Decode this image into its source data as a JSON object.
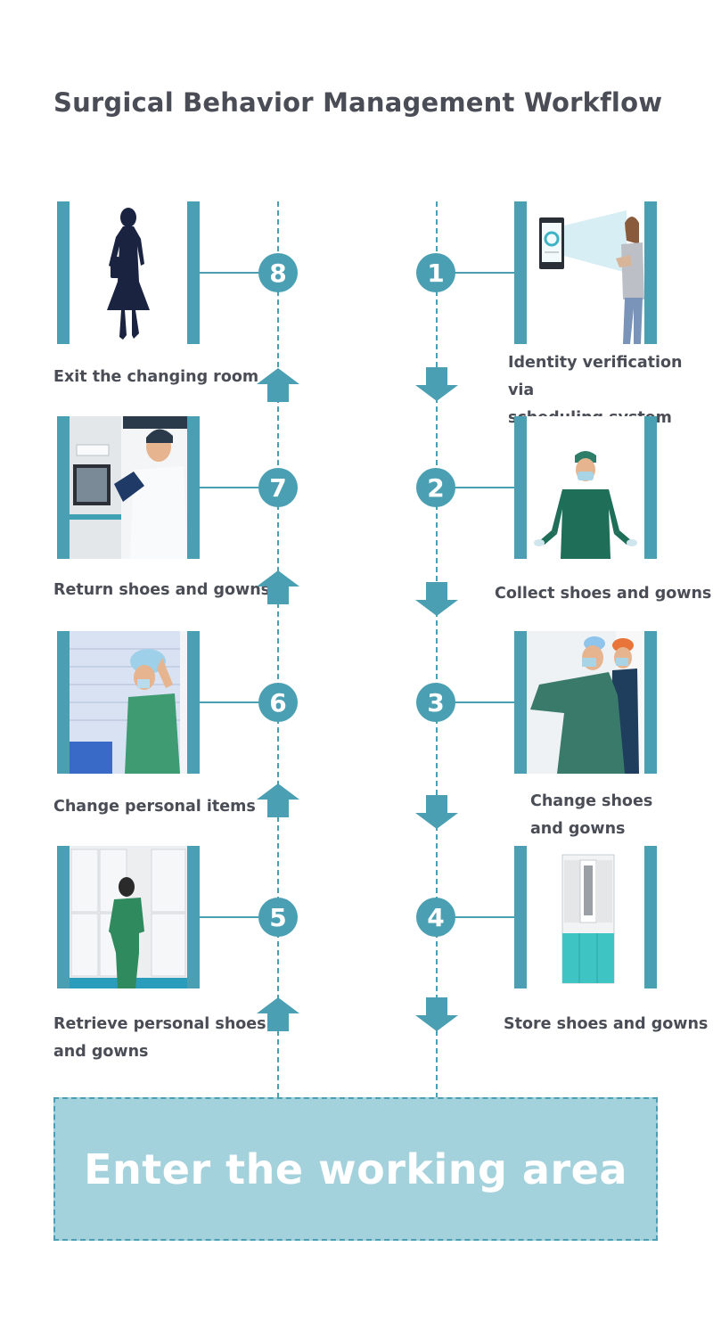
{
  "title": "Surgical Behavior Management Workflow",
  "steps": [
    {
      "number": "1",
      "label": "Identity verification via\nscheduling system"
    },
    {
      "number": "2",
      "label": "Collect shoes and gowns"
    },
    {
      "number": "3",
      "label": "Change shoes\nand gowns"
    },
    {
      "number": "4",
      "label": "Store shoes and gowns"
    },
    {
      "number": "5",
      "label": "Retrieve personal shoes\nand gowns"
    },
    {
      "number": "6",
      "label": "Change personal items"
    },
    {
      "number": "7",
      "label": "Return shoes and gowns"
    },
    {
      "number": "8",
      "label": "Exit the changing room"
    }
  ],
  "bottom_box": {
    "label": "Enter the working area"
  },
  "colors": {
    "accent": "#4aa0b2",
    "box_fill": "#a4d2dc",
    "text": "#4a4d55",
    "navy": "#1a2340"
  }
}
